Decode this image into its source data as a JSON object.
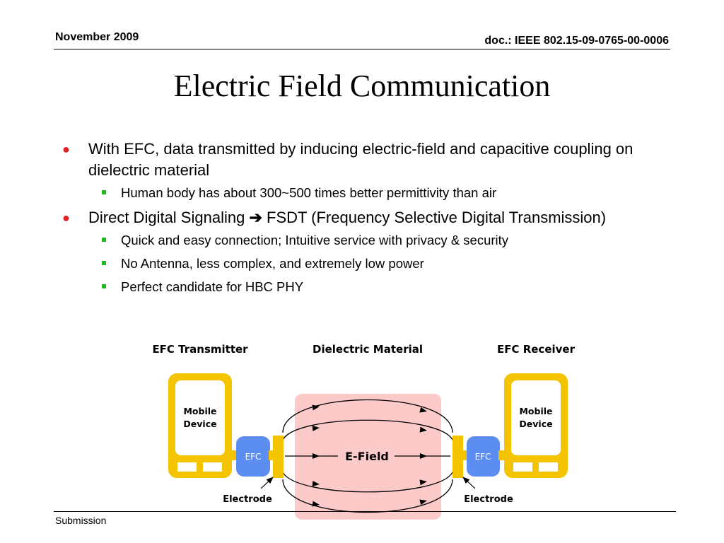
{
  "header": {
    "date": "November 2009",
    "doc": "doc.: IEEE 802.15-09-0765-00-0006"
  },
  "title": "Electric Field Communication",
  "bullets": [
    {
      "text": "With EFC, data transmitted by inducing electric-field and capacitive coupling on dielectric material",
      "sub": [
        "Human body has about 300~500 times better permittivity than air"
      ]
    },
    {
      "text_before": "Direct Digital Signaling",
      "arrow": "➔",
      "text_after": "FSDT (Frequency Selective Digital Transmission)",
      "sub": [
        "Quick and easy connection; Intuitive service with privacy & security",
        "No Antenna, less complex, and extremely low power",
        "Perfect candidate for HBC PHY"
      ]
    }
  ],
  "diagram": {
    "transmitter_title": "EFC Transmitter",
    "medium_title": "Dielectric Material",
    "receiver_title": "EFC Receiver",
    "device_line1": "Mobile",
    "device_line2": "Device",
    "efc_label": "EFC",
    "field_label": "E-Field",
    "electrode_label": "Electrode",
    "colors": {
      "device": "#f5c400",
      "efc_module": "#5b8ef0",
      "medium": "#fdcaca"
    }
  },
  "footer": {
    "label": "Submission"
  }
}
